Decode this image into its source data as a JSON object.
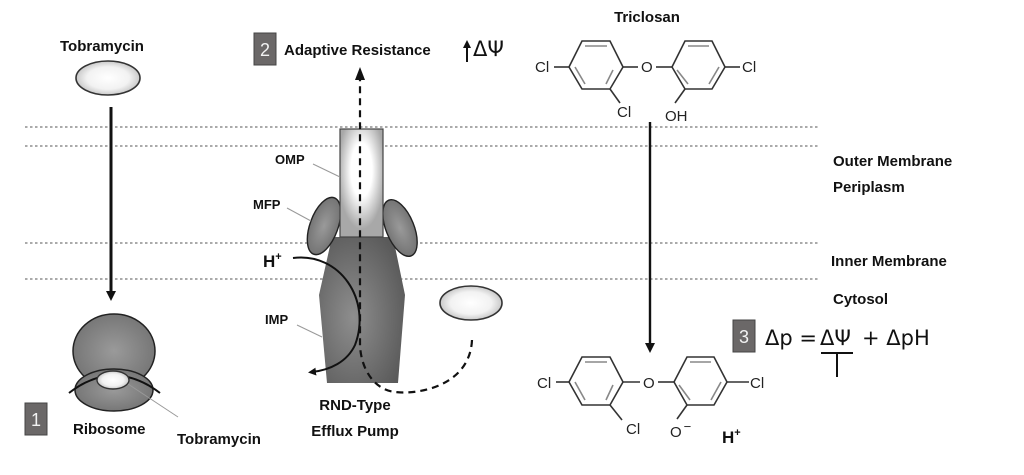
{
  "regions": {
    "outer_membrane": "Outer Membrane",
    "periplasm": "Periplasm",
    "inner_membrane": "Inner Membrane",
    "cytosol": "Cytosol"
  },
  "panel1": {
    "number": "1",
    "drug_label_top": "Tobramycin",
    "ribosome_label": "Ribosome",
    "bound_drug_label": "Tobramycin"
  },
  "panel2": {
    "number": "2",
    "title": "Adaptive Resistance",
    "up_arrow": "↑",
    "delta_psi": "ΔΨ",
    "pump_label_line1": "RND-Type",
    "pump_label_line2": "Efflux Pump",
    "omp_label": "OMP",
    "mfp_label": "MFP",
    "imp_label": "IMP",
    "proton_label": "H",
    "proton_charge": "+"
  },
  "panel3": {
    "number": "3",
    "compound_label": "Triclosan",
    "equation_lhs": "Δp =",
    "equation_psi": "ΔΨ",
    "equation_rhs": "+ ΔpH",
    "proton_label": "H",
    "proton_charge": "+",
    "atoms": {
      "cl": "Cl",
      "o": "O",
      "oh": "OH",
      "o_minus": "O",
      "minus": "−"
    }
  },
  "colors": {
    "number_box": "#6b6868",
    "pump_dark": "#5e5e5e",
    "pump_mid": "#8a8a8a",
    "omp": "#a9a9a9",
    "membrane_line": "#777777"
  }
}
